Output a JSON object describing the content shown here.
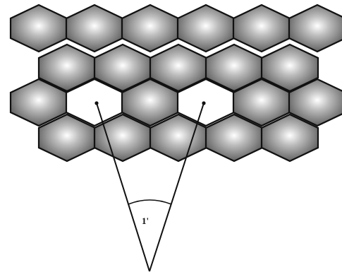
{
  "diagram": {
    "angle_label": "1'",
    "rows": [
      [
        "filled",
        "filled",
        "filled",
        "filled",
        "filled",
        "filled"
      ],
      [
        "filled",
        "filled",
        "filled",
        "filled",
        "filled"
      ],
      [
        "filled",
        "empty",
        "filled",
        "empty",
        "filled",
        "filled"
      ],
      [
        "filled",
        "filled",
        "filled",
        "filled",
        "filled"
      ]
    ],
    "colors": {
      "hex_dark": "#555555",
      "hex_light": "#ffffff",
      "hex_outline": "#111111",
      "lines": "#111111"
    }
  }
}
